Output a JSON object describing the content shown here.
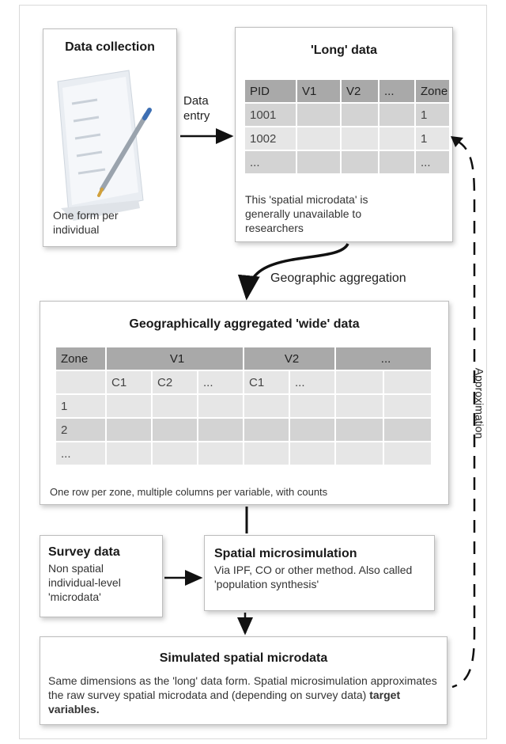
{
  "data_collection": {
    "title": "Data collection",
    "caption": "One form per individual"
  },
  "data_entry_label": "Data entry",
  "long_data": {
    "title": "'Long' data",
    "headers": [
      "PID",
      "V1",
      "V2",
      "...",
      "Zone"
    ],
    "rows": [
      [
        "1001",
        "",
        "",
        "",
        "1"
      ],
      [
        "1002",
        "",
        "",
        "",
        "1"
      ],
      [
        "...",
        "",
        "",
        "",
        "..."
      ]
    ],
    "note": "This 'spatial microdata' is generally unavailable to researchers"
  },
  "geographic_aggregation_label": "Geographic aggregation",
  "wide_data": {
    "title": "Geographically aggregated 'wide' data",
    "header1": [
      "Zone",
      "V1",
      "V2",
      "..."
    ],
    "header2": [
      "",
      "C1",
      "C2",
      "...",
      "C1",
      "...",
      ""
    ],
    "rows": [
      "1",
      "2",
      "..."
    ],
    "note": "One row per zone, multiple columns per variable, with counts"
  },
  "survey_data": {
    "title": "Survey data",
    "text": "Non spatial individual-level 'microdata'"
  },
  "spatial_microsimulation": {
    "title": "Spatial microsimulation",
    "text": "Via IPF, CO or other method. Also called 'population synthesis'"
  },
  "approximation_label": "Approximation",
  "simulated": {
    "title": "Simulated spatial microdata",
    "text": "Same dimensions as the 'long' data form. Spatial microsimulation approximates the raw survey spatial microdata and (depending on survey data)",
    "text_bold": "target variables."
  },
  "colors": {
    "table_header": "#a9a9a9",
    "table_row_dark": "#d3d3d3",
    "table_row_light": "#e6e6e6",
    "arrow": "#111111"
  },
  "icons": [
    "paper-form-with-pen-icon"
  ]
}
